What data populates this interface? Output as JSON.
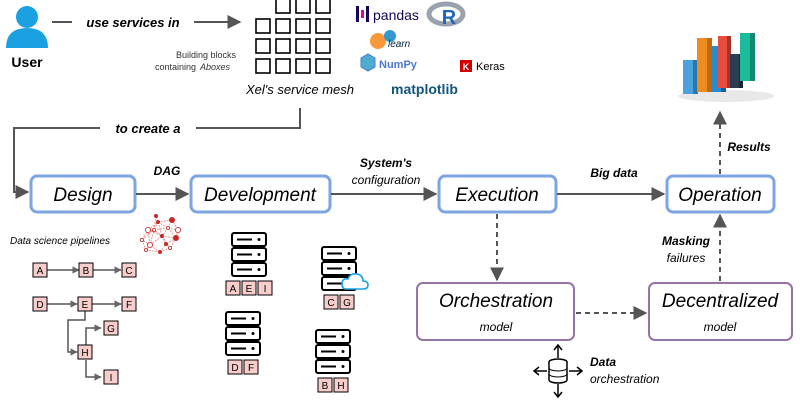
{
  "user": {
    "label": "User"
  },
  "arrows": {
    "use_services_in": "use services in",
    "to_create_a": "to create a",
    "dag": "DAG",
    "systems": "System's",
    "configuration": "configuration",
    "big_data": "Big data",
    "results": "Results",
    "masking": "Masking",
    "failures": "failures",
    "data": "Data",
    "orchestration": "orchestration"
  },
  "mesh": {
    "building_blocks_1": "Building blocks",
    "building_blocks_2": "containing",
    "aboxes": "Aboxes",
    "caption": "Xel's service mesh"
  },
  "libraries": {
    "pandas": "pandas",
    "r": "R",
    "learn": "learn",
    "numpy": "NumPy",
    "keras": "Keras",
    "keras_k": "K",
    "matplotlib": "matplotlib"
  },
  "stages": {
    "design": "Design",
    "development": "Development",
    "execution": "Execution",
    "operation": "Operation"
  },
  "orchestration_box": {
    "title": "Orchestration",
    "subtitle": "model"
  },
  "decentralized_box": {
    "title": "Decentralized",
    "subtitle": "model"
  },
  "pipelines": {
    "caption": "Data science pipelines",
    "nodes": [
      "A",
      "B",
      "C",
      "D",
      "E",
      "F",
      "G",
      "H",
      "I"
    ]
  },
  "servers": {
    "s1": [
      "A",
      "E",
      "I"
    ],
    "s2": [
      "C",
      "G"
    ],
    "s3": [
      "D",
      "F"
    ],
    "s4": [
      "B",
      "H"
    ]
  },
  "colors": {
    "stage_border": "#7ea6e0",
    "model_border": "#9673a6",
    "node_fill": "#f8cecc",
    "user_icon": "#1ba1e2",
    "bars": [
      "#4aa3df",
      "#f08c1f",
      "#2c8bd0",
      "#e74c3c",
      "#2c3e50",
      "#1abc9c"
    ]
  }
}
